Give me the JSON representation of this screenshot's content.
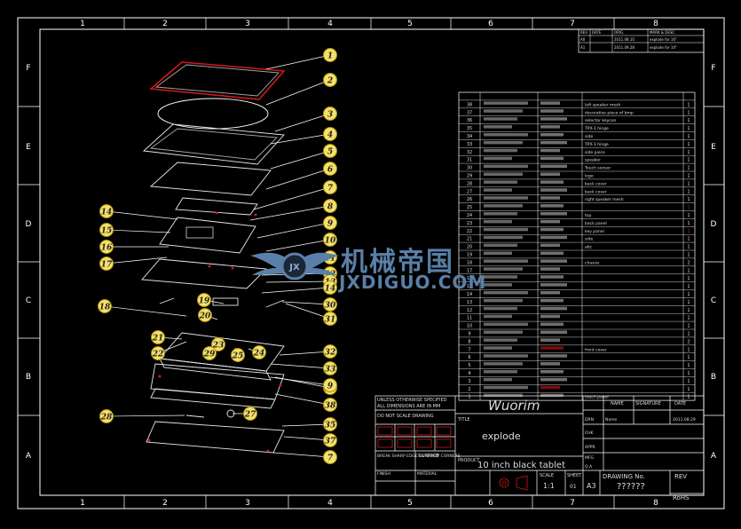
{
  "zones": {
    "columns": [
      "1",
      "2",
      "3",
      "4",
      "5",
      "6",
      "7",
      "8"
    ],
    "rows": [
      "F",
      "E",
      "D",
      "C",
      "B",
      "A"
    ]
  },
  "revision_table": {
    "headers": [
      "REV",
      "DATE",
      "ORIG.",
      "MARK & DESC."
    ],
    "rows": [
      [
        "A0",
        "2011.08.10",
        "",
        "explode for 10\""
      ],
      [
        "A1",
        "2011.09.28",
        "",
        "explode for 10\""
      ]
    ]
  },
  "callouts": [
    "1",
    "2",
    "3",
    "4",
    "5",
    "6",
    "7",
    "8",
    "9",
    "10",
    "11",
    "12",
    "13",
    "14",
    "15",
    "16",
    "17",
    "18",
    "19",
    "20",
    "21",
    "22",
    "23",
    "24",
    "25",
    "27",
    "28",
    "29",
    "30",
    "31",
    "32",
    "33",
    "34",
    "35",
    "37",
    "38",
    "7",
    "9",
    "14"
  ],
  "bom_visible_numbers": [
    "38",
    "37",
    "36",
    "35",
    "34",
    "33",
    "32",
    "31",
    "30",
    "29",
    "28",
    "27",
    "26",
    "25",
    "24",
    "23",
    "22",
    "21",
    "20",
    "19",
    "18",
    "17",
    "16",
    "15",
    "14",
    "13",
    "12",
    "11",
    "10",
    "9",
    "8",
    "7",
    "6",
    "5",
    "4",
    "3",
    "2",
    "1"
  ],
  "bom_descriptions": [
    "left speaker mesh",
    "decorative piece of bmp",
    "selector keycon",
    "TPX-1 hinge",
    "side",
    "TPX-1 hinge",
    "side piece",
    "speaker",
    "Touch sensor",
    "logo",
    "back cover",
    "back cover",
    "right speaker mesh",
    "",
    "top",
    "back panel",
    "key panel",
    "side",
    "abc",
    "",
    "chassis",
    "",
    "",
    "",
    "",
    "",
    "",
    "",
    "",
    "",
    "",
    "front cover",
    "",
    "",
    "",
    "",
    "",
    "touch panel"
  ],
  "watermark": {
    "title": "机械帝国",
    "subtitle": "JXDIGUO.COM",
    "badge": "JX"
  },
  "title_block": {
    "notes_1": "UNLESS OTHERWISE SPECIFIED",
    "notes_2": "ALL DIMENSIONS ARE IN MM",
    "do_not_scale": "DO NOT SCALE DRAWING",
    "break_edges": "BREAK SHARP EDGES & SHARP CORNERS",
    "surface": "SURFACE",
    "finish": "FINISH",
    "material": "MATERIAL",
    "company": "Wuorim",
    "name_label": "NAME",
    "signature_label": "SIGNATURE",
    "date_label": "DATE",
    "date_value": "2011.08.29",
    "designer": "Name",
    "title_label": "TITLE",
    "title_value": "explode",
    "product_value": "10 inch black tablet",
    "product_label": "PRODUCT",
    "scale_label": "SCALE",
    "scale_value": "1:1",
    "sheet_label": "SHEET",
    "sheet_value": "01",
    "size_value": "A3",
    "drawing_no_label": "DRAWING No.",
    "drawing_no_value": "??????",
    "rev_label": "REV",
    "rohs": "RoHS",
    "drn": "DRN",
    "chk": "CHK",
    "appr": "APPR",
    "mfg": "MFG",
    "q_a": "Q.A"
  },
  "colors": {
    "frame": "#ffffff",
    "leader": "#ffffff",
    "callout_fill": "#f3e16b",
    "callout_stroke": "#b08d00",
    "watermark": "#5a7fa8",
    "red": "#d01818"
  }
}
